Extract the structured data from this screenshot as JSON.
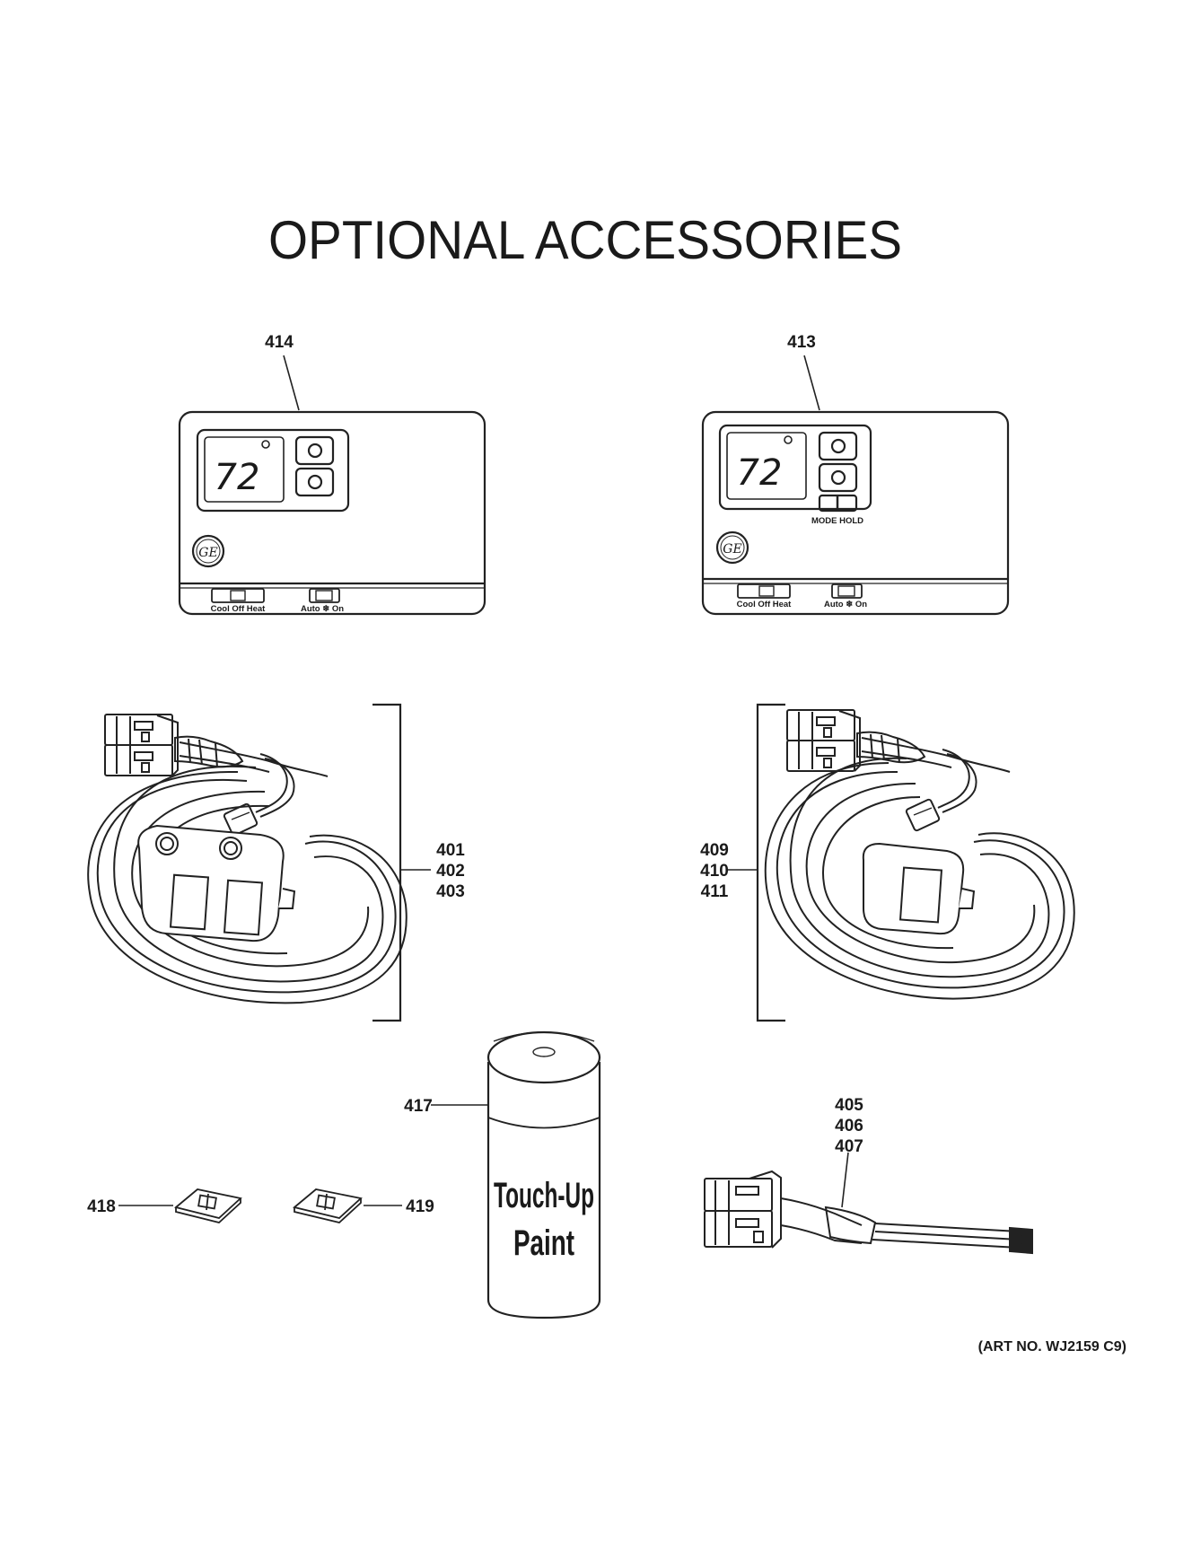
{
  "title": "OPTIONAL ACCESSORIES",
  "art_number": "(ART NO. WJ2159 C9)",
  "thermostat_a": {
    "callout": "414",
    "display": "72",
    "degree": "°",
    "logo": "GE",
    "switch_1_label": "Cool Off Heat",
    "switch_2_label": "Auto ❄ On"
  },
  "thermostat_b": {
    "callout": "413",
    "display": "72",
    "degree": "°",
    "logo": "GE",
    "mode_hold_label": "MODE HOLD",
    "switch_1_label": "Cool Off Heat",
    "switch_2_label": "Auto ❄ On"
  },
  "cord_left": {
    "callouts": [
      "401",
      "402",
      "403"
    ]
  },
  "cord_right": {
    "callouts": [
      "409",
      "410",
      "411"
    ]
  },
  "paint_can": {
    "callout": "417",
    "label_line_1": "Touch-Up",
    "label_line_2": "Paint"
  },
  "clip_left": {
    "callout": "418"
  },
  "clip_right": {
    "callout": "419"
  },
  "harness": {
    "callouts": [
      "405",
      "406",
      "407"
    ]
  }
}
